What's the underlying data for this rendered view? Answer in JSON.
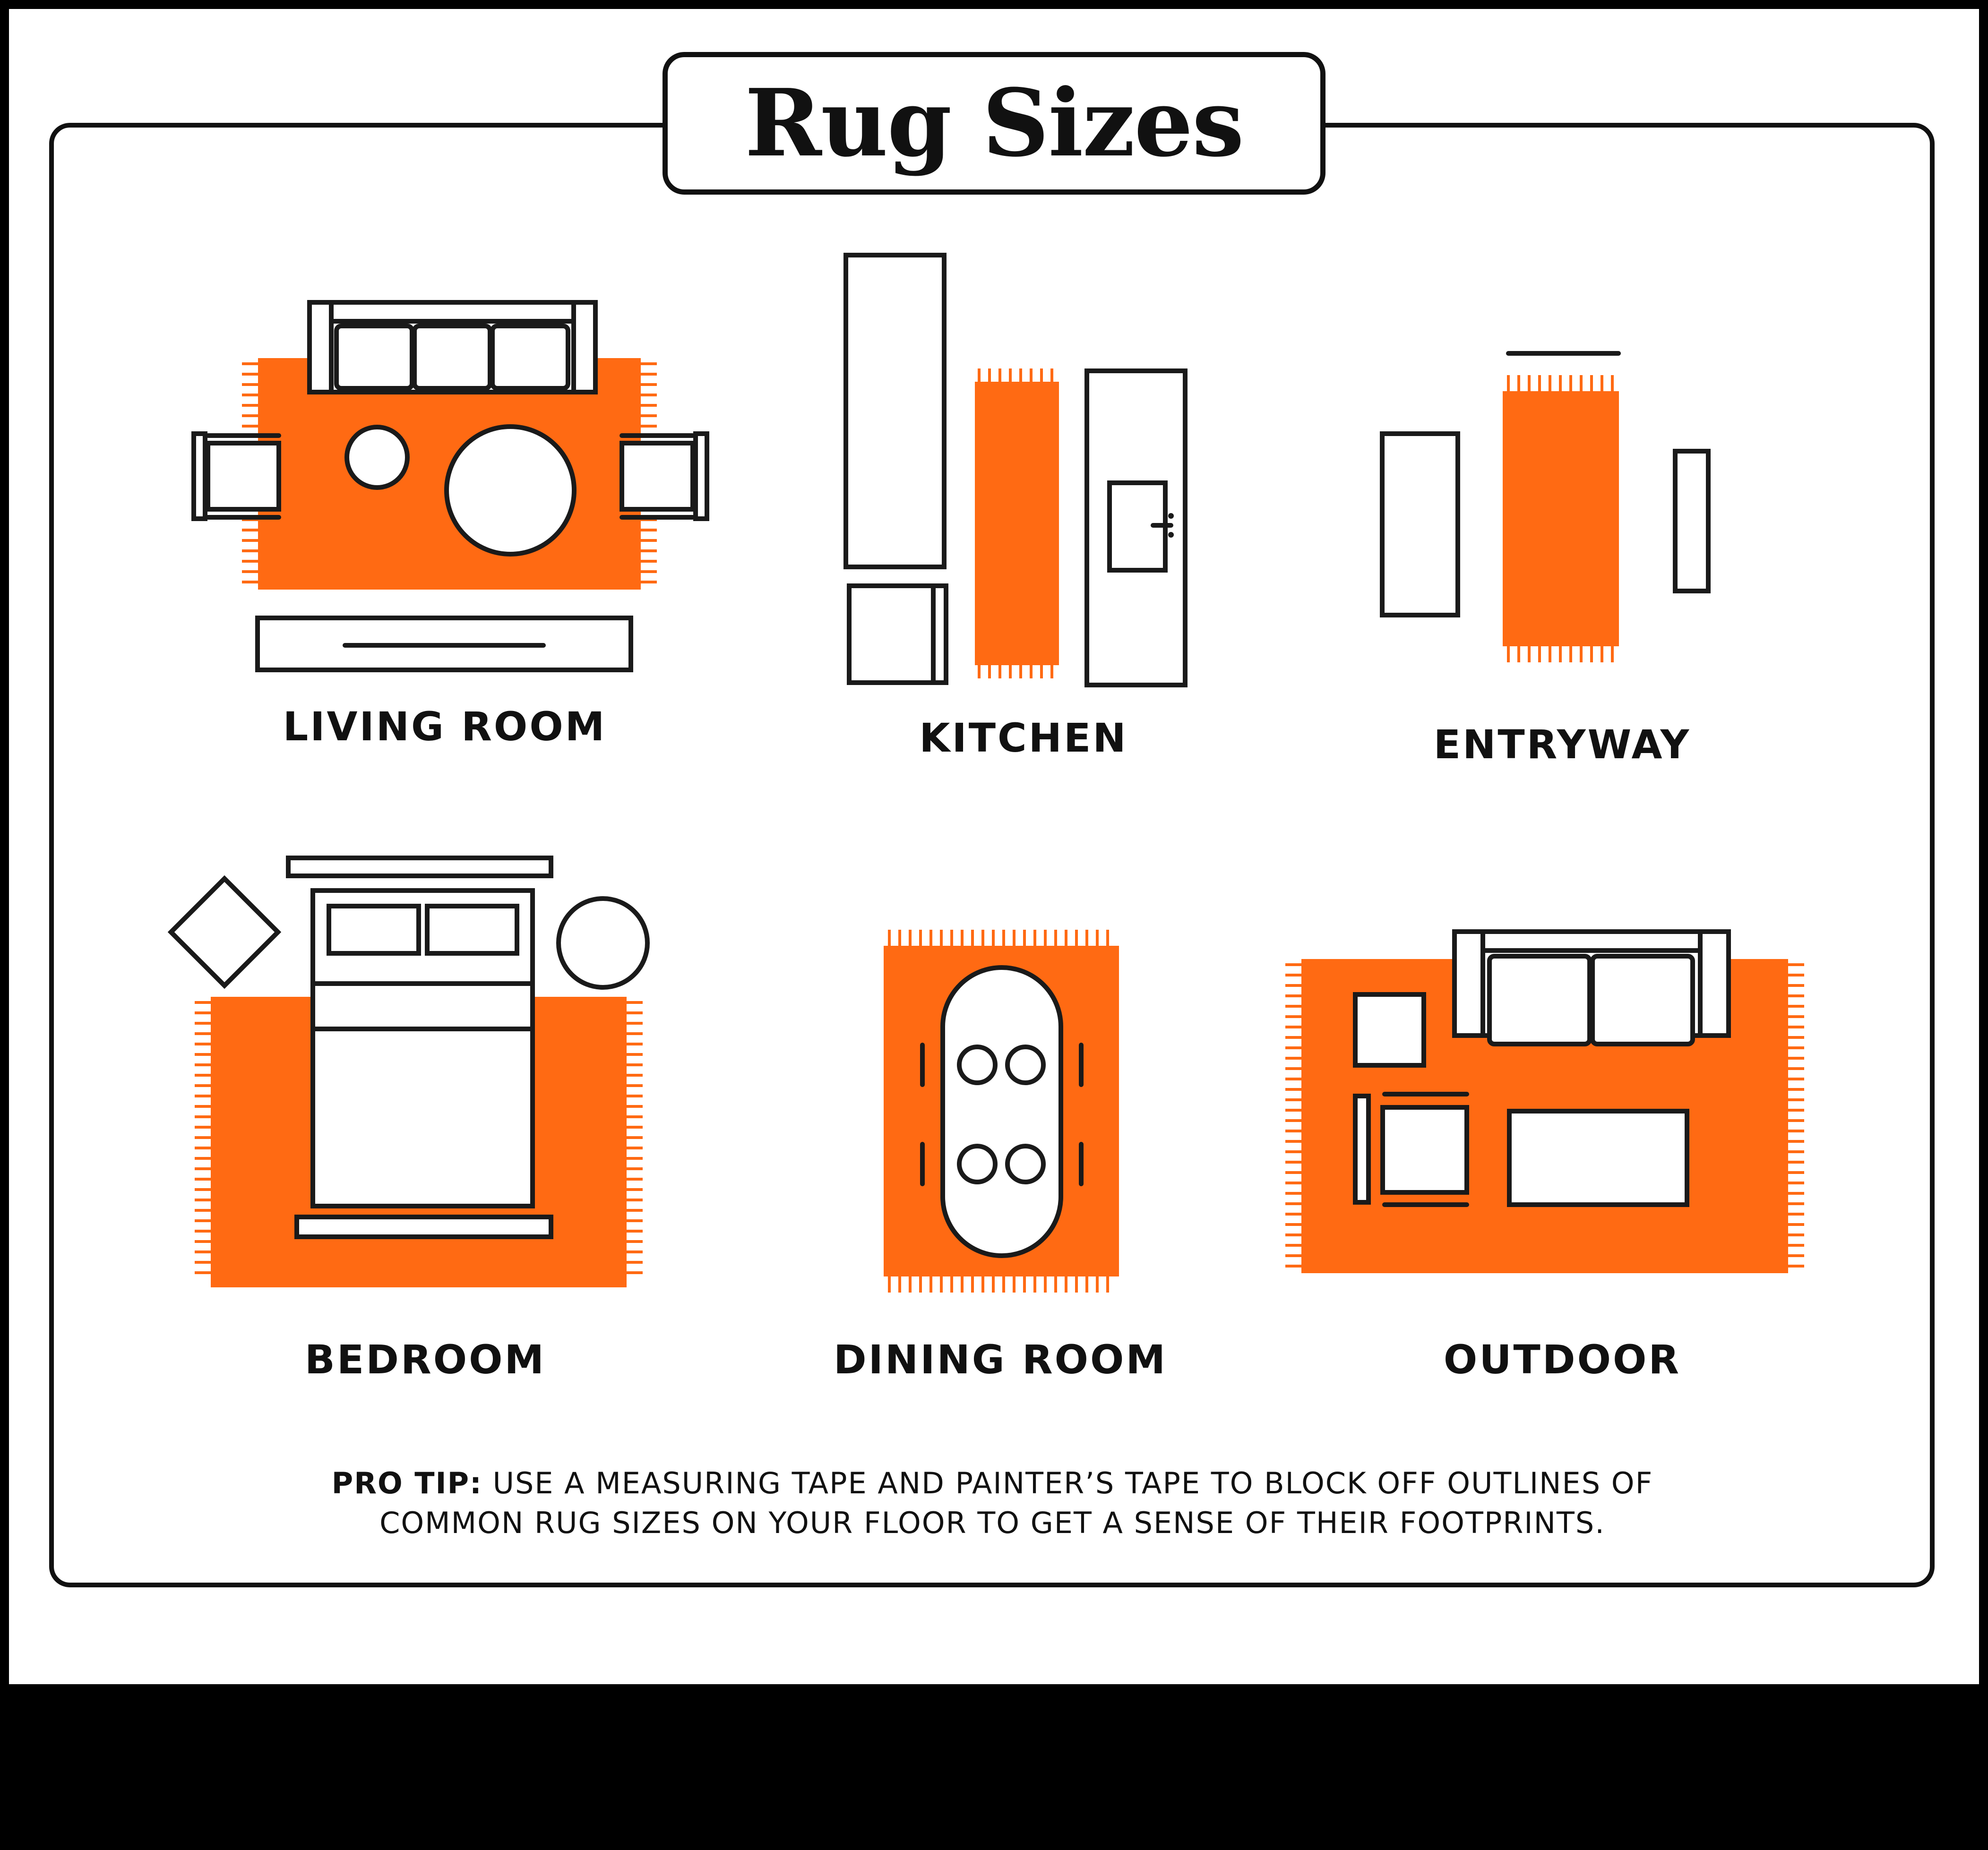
{
  "title": "Rug Sizes",
  "colors": {
    "rug": "#ff6a13",
    "outline": "#1a1a1a",
    "background": "#ffffff",
    "border": "#000000"
  },
  "rooms": [
    {
      "id": "living-room",
      "label": "LIVING ROOM"
    },
    {
      "id": "kitchen",
      "label": "KITCHEN"
    },
    {
      "id": "entryway",
      "label": "ENTRYWAY"
    },
    {
      "id": "bedroom",
      "label": "BEDROOM"
    },
    {
      "id": "dining-room",
      "label": "DINING ROOM"
    },
    {
      "id": "outdoor",
      "label": "OUTDOOR"
    }
  ],
  "pro_tip": {
    "lead": "PRO TIP:",
    "line1": "USE A MEASURING TAPE AND PAINTER’S TAPE TO BLOCK OFF OUTLINES OF",
    "line2": "COMMON RUG SIZES ON YOUR FLOOR TO GET A SENSE OF THEIR FOOTPRINTS."
  }
}
